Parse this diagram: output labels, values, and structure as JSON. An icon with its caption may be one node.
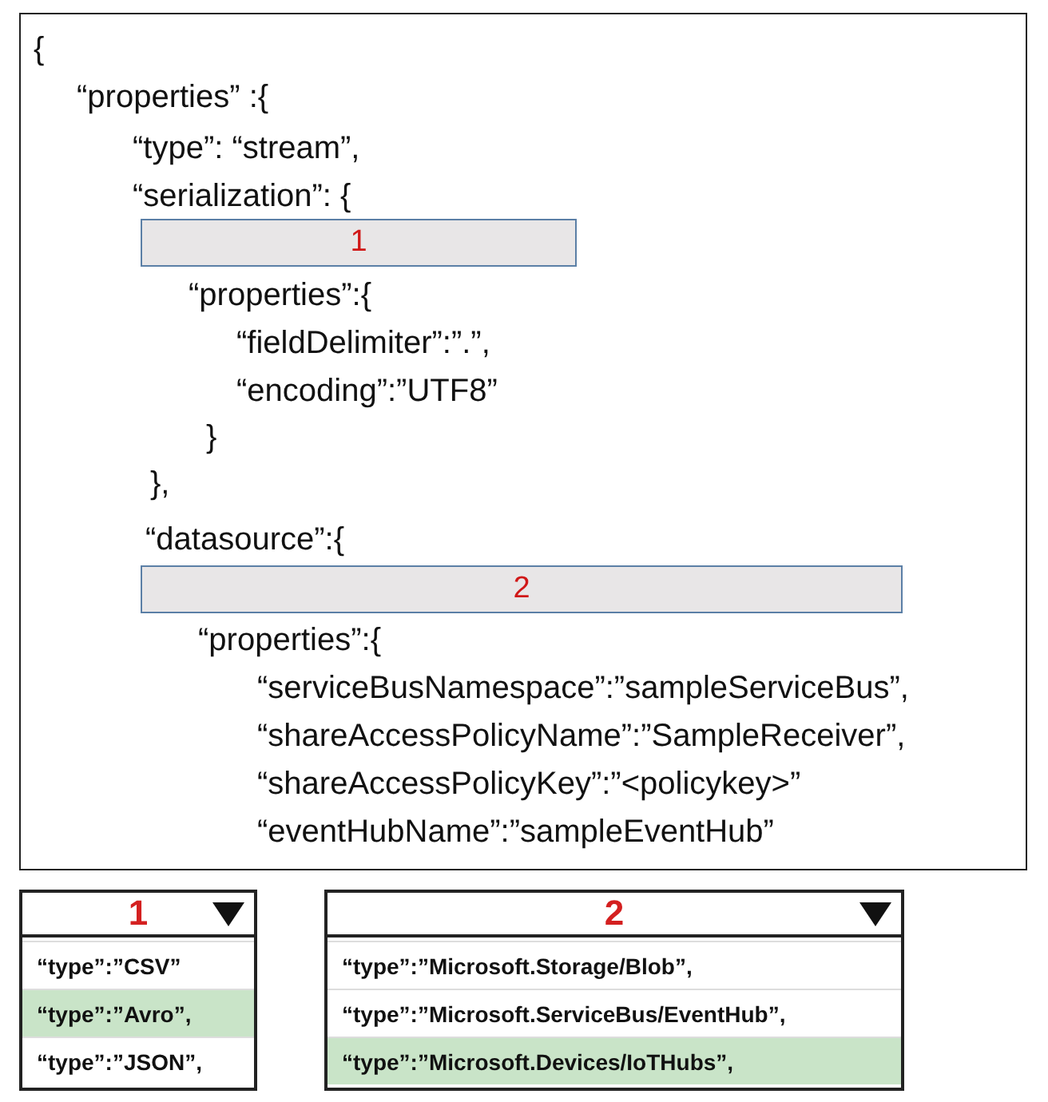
{
  "diagram": {
    "nodes": [
      {
        "text": [
          "1"
        ]
      },
      {
        "text": [
          "2"
        ]
      },
      {
        "text": [
          "1",
          "“type”:”CSV”",
          "“type”:”Avro”,",
          "“type”:”JSON”,"
        ]
      },
      {
        "text": [
          "2",
          "“type”:”Microsoft.Storage/Blob”,",
          "“type”:”Microsoft.ServiceBus/EventHub”,",
          "“type”:”Microsoft.Devices/IoTHubs”,"
        ]
      }
    ],
    "labels": [
      "{",
      "“properties” :{",
      "“type”: “stream”,",
      "“serialization”: {",
      "“properties”:{",
      "“fieldDelimiter”:”.”,",
      "“encoding”:”UTF8”",
      "}",
      "},",
      "“datasource”:{",
      "“properties”:{",
      "“serviceBusNamespace”:”sampleServiceBus”,",
      "“shareAccessPolicyName”:”SampleReceiver”,",
      "“shareAccessPolicyKey”:”<policykey>”",
      "“eventHubName”:”sampleEventHub”"
    ]
  }
}
